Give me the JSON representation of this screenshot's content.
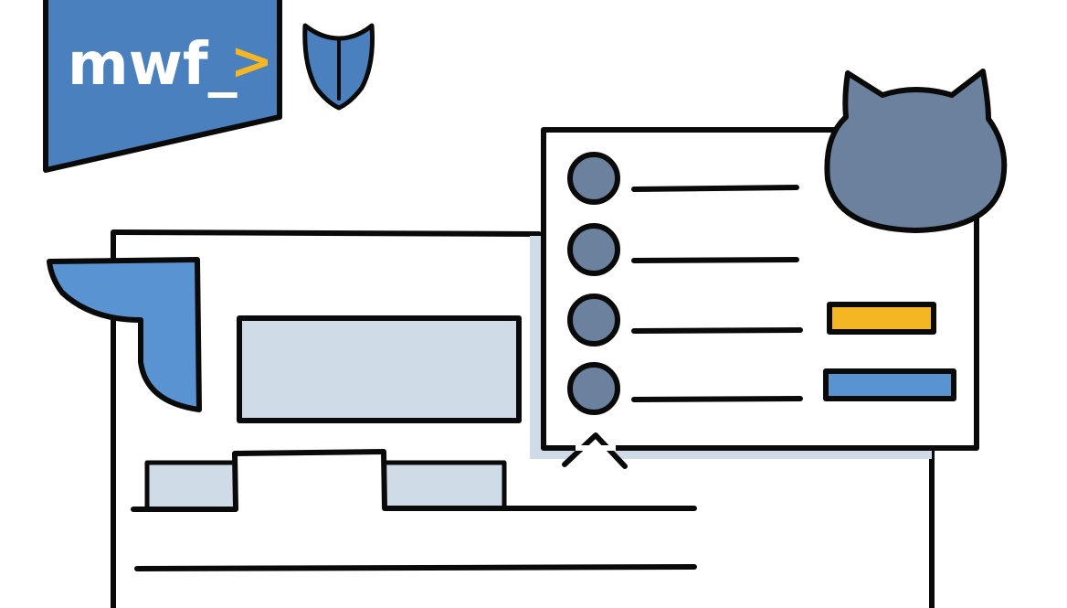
{
  "logo": {
    "text": "mwf_",
    "prompt_glyph": ">",
    "background": "#4a80be",
    "text_color": "#ffffff",
    "prompt_color": "#f5b623"
  },
  "colors": {
    "outline": "#0a0a0a",
    "shield_fill": "#4a80be",
    "panel_shadow": "#cfdbe7",
    "placeholder_fill": "#cfdbe7",
    "avatar_fill": "#6b819d",
    "cat_fill": "#6b819d",
    "corner_fill": "#5a93d1",
    "badge_yellow": "#f5b623",
    "badge_blue": "#5a93d1"
  },
  "icons": {
    "shield": "shield-icon",
    "cat": "cat-head-icon",
    "corner": "page-corner-decoration"
  },
  "list_panel": {
    "items": [
      {
        "avatar": "avatar-1",
        "badge": null
      },
      {
        "avatar": "avatar-2",
        "badge": null
      },
      {
        "avatar": "avatar-3",
        "badge": "yellow"
      },
      {
        "avatar": "avatar-4",
        "badge": "blue"
      }
    ]
  },
  "tabs": {
    "count": 3,
    "active_index": 1
  }
}
